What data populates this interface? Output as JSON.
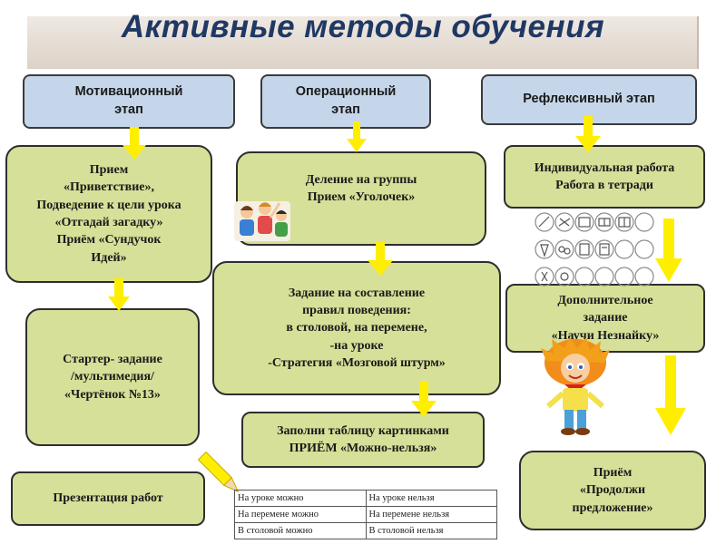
{
  "title": "Активные методы обучения",
  "stages": {
    "motivation": "Мотивационный\nэтап",
    "operation": "Операционный\nэтап",
    "reflection": "Рефлексивный этап"
  },
  "left": {
    "box1": "Прием\n«Приветствие»,\nПодведение к цели урока\n«Отгадай загадку»\nПриём «Сундучок\nИдей»",
    "box2": "Стартер- задание\n/мультимедия/\n«Чертёнок №13»",
    "box3": "Презентация работ"
  },
  "center": {
    "box1": "Деление на группы\nПрием «Уголочек»",
    "box2": "Задание на составление\nправил поведения:\nв столовой, на перемене,\n-на уроке\n-Стратегия «Мозговой штурм»",
    "box3": "Заполни таблицу картинками\nПРИЁМ «Можно-нельзя»"
  },
  "right": {
    "box1": "Индивидуальная работа\nРабота в тетради",
    "box2": "Дополнительное\nзадание\n«Научи Незнайку»",
    "box3": "Приём\n«Продолжи\nпредложение»"
  },
  "rules_table": {
    "rows": [
      [
        "На уроке можно",
        "На уроке нельзя"
      ],
      [
        "На перемене можно",
        "На перемене нельзя"
      ],
      [
        "В столовой можно",
        "В столовой нельзя"
      ]
    ]
  },
  "colors": {
    "title": "#1f3864",
    "stage_fill": "#c5d6ea",
    "box_fill": "#d6e098",
    "arrow": "#ffee00"
  }
}
